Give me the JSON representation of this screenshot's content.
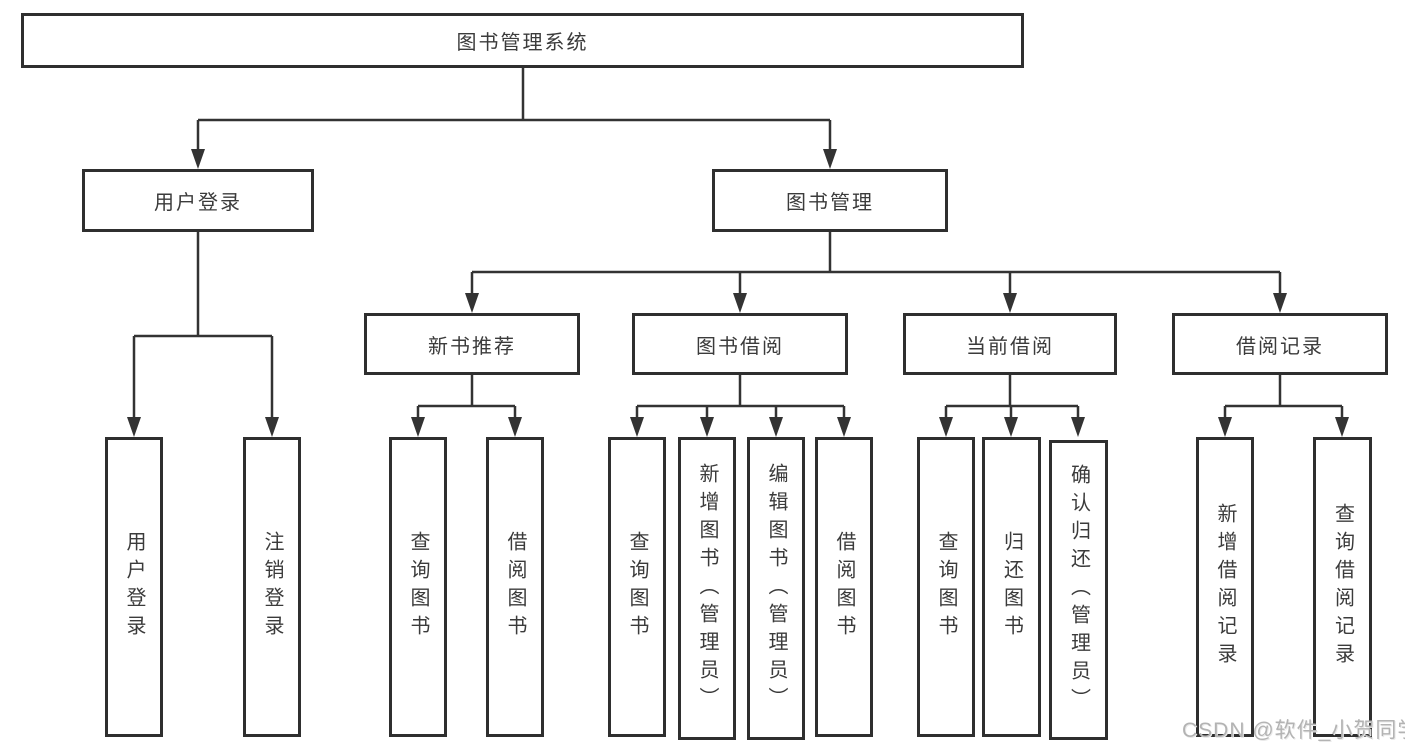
{
  "diagram": {
    "title": "图书管理系统",
    "tree": {
      "label": "图书管理系统",
      "children": [
        {
          "label": "用户登录",
          "children": [
            {
              "label": "用户登录"
            },
            {
              "label": "注销登录"
            }
          ]
        },
        {
          "label": "图书管理",
          "children": [
            {
              "label": "新书推荐",
              "children": [
                {
                  "label": "查询图书"
                },
                {
                  "label": "借阅图书"
                }
              ]
            },
            {
              "label": "图书借阅",
              "children": [
                {
                  "label": "查询图书"
                },
                {
                  "label": "新增图书（管理员）"
                },
                {
                  "label": "编辑图书（管理员）"
                },
                {
                  "label": "借阅图书"
                }
              ]
            },
            {
              "label": "当前借阅",
              "children": [
                {
                  "label": "查询图书"
                },
                {
                  "label": "归还图书"
                },
                {
                  "label": "确认归还（管理员）"
                }
              ]
            },
            {
              "label": "借阅记录",
              "children": [
                {
                  "label": "新增借阅记录"
                },
                {
                  "label": "查询借阅记录"
                }
              ]
            }
          ]
        }
      ]
    },
    "colors": {
      "line": "#333333",
      "box_border": "#2f2f2f",
      "box_background": "#ffffff",
      "text": "#3b3b3b",
      "watermark": "#b3b3b3"
    }
  },
  "watermark": {
    "text": "CSDN @软件_小贺同学"
  }
}
